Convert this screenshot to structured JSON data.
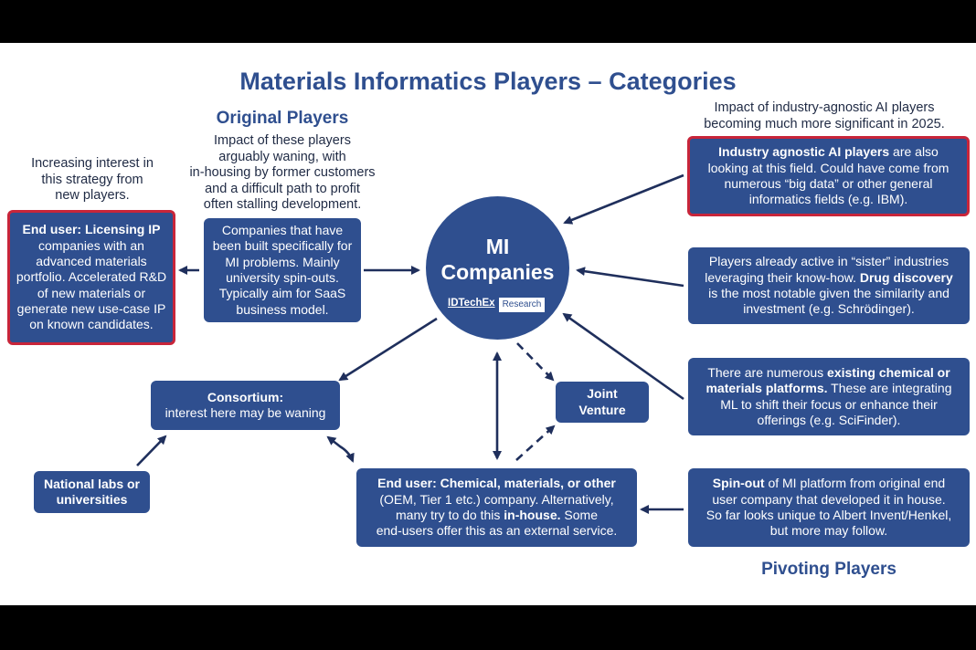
{
  "title": "Materials Informatics Players – Categories",
  "original": {
    "heading": "Original Players",
    "note_lines": [
      "Impact of these players",
      "arguably waning, with",
      "in-housing by former customers",
      "and a difficult path to profit",
      "often stalling development."
    ],
    "box_lines": [
      "Companies that have",
      "been built specifically for",
      "MI problems. Mainly",
      "university spin-outs.",
      "Typically aim for SaaS",
      "business model."
    ]
  },
  "left_note_lines": [
    "Increasing interest in",
    "this strategy from",
    "new players."
  ],
  "licensing": {
    "bold": "End user: Licensing IP",
    "lines": [
      "companies with an",
      "advanced materials",
      "portfolio. Accelerated R&D",
      "of new materials or",
      "generate new use-case IP",
      "on known candidates."
    ]
  },
  "center": {
    "line1": "MI",
    "line2": "Companies",
    "brand": "IDTechEx",
    "brand_tag": "Research"
  },
  "right_note_lines": [
    "Impact of industry-agnostic AI players",
    "becoming much more significant in 2025."
  ],
  "agnostic": {
    "bold": "Industry agnostic AI players",
    "rest1": " are also",
    "lines": [
      "looking at this field. Could have come from",
      "numerous “big data” or other general",
      "informatics fields (e.g. IBM)."
    ]
  },
  "sister": {
    "line1": "Players already active in “sister” industries",
    "line2_pre": "leveraging their know-how. ",
    "line2_bold": "Drug discovery",
    "lines": [
      "is the most notable given the similarity and",
      "investment (e.g. Schrödinger)."
    ]
  },
  "existing": {
    "pre": "There are numerous ",
    "bold1": "existing chemical or",
    "bold2": "materials platforms.",
    "post2": " These are integrating",
    "lines": [
      "ML to shift their focus or enhance their",
      "offerings (e.g. SciFinder)."
    ]
  },
  "spinout": {
    "bold": "Spin-out",
    "rest1": " of MI platform from original end",
    "lines": [
      "user company that developed it in house.",
      "So far looks unique to Albert Invent/Henkel,",
      "but more may follow."
    ]
  },
  "pivoting_heading": "Pivoting Players",
  "consortium": {
    "bold": "Consortium:",
    "line2": "interest here may be waning"
  },
  "joint_venture": "Joint Venture",
  "national_labs": [
    "National labs or",
    "universities"
  ],
  "enduser": {
    "bold": "End user: Chemical, materials, or other",
    "line2": "(OEM, Tier 1 etc.) company. Alternatively,",
    "line3_pre": "many try to do this ",
    "line3_bold": "in-house.",
    "line3_post": " Some",
    "line4": "end-users offer this as an external service."
  },
  "colors": {
    "navy": "#2f4f8f",
    "red_border": "#c8253a",
    "background": "#ffffff",
    "letterbox": "#000000"
  }
}
